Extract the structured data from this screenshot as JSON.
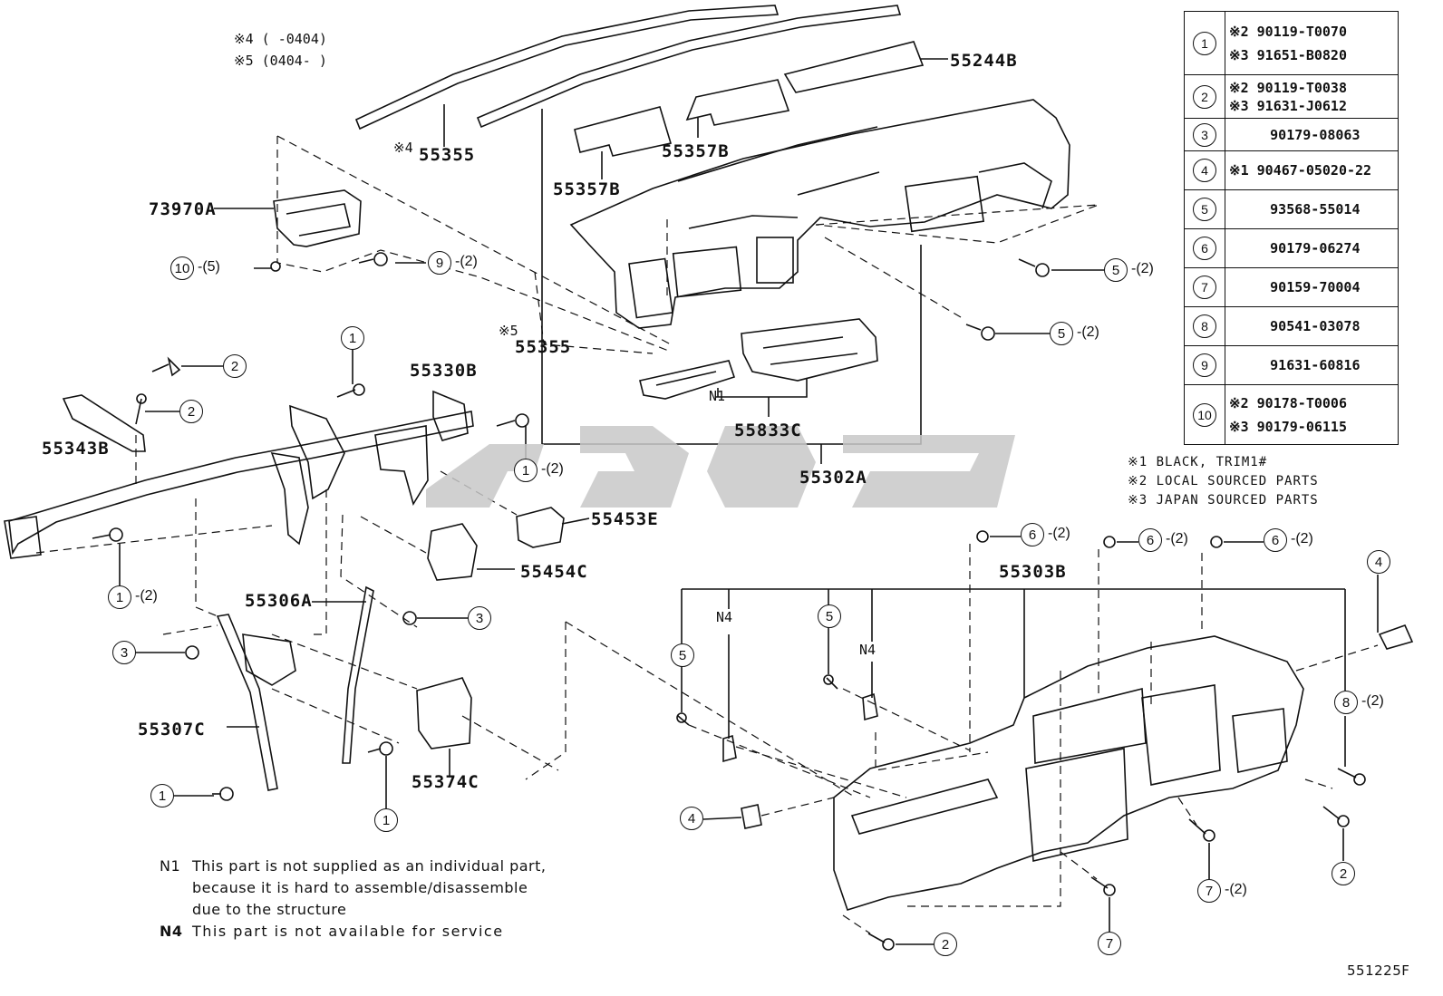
{
  "header_notes": [
    "※4 (      -0404)",
    "※5 (0404-      )"
  ],
  "part_labels": {
    "p55244B": "55244B",
    "p55355a": "55355",
    "p55355a_prefix": "※4",
    "p55357B_a": "55357B",
    "p55357B_b": "55357B",
    "p73970A": "73970A",
    "p55355b": "55355",
    "p55355b_prefix": "※5",
    "p55330B": "55330B",
    "p55343B": "55343B",
    "p55833C": "55833C",
    "p55302A": "55302A",
    "p55453E": "55453E",
    "p55454C": "55454C",
    "p55306A": "55306A",
    "p55307C": "55307C",
    "p55374C": "55374C",
    "p55303B": "55303B",
    "n1": "N1",
    "n4a": "N4",
    "n4b": "N4"
  },
  "callouts": {
    "c10": "10",
    "c10_qty": "-(5)",
    "c9": "9",
    "c9_qty": "-(2)",
    "c5a": "5",
    "c5a_qty": "-(2)",
    "c5b": "5",
    "c5b_qty": "-(2)",
    "c2a": "2",
    "c2b": "2",
    "c1a": "1",
    "c1b": "1",
    "c1b_qty": "-(2)",
    "c1c": "1",
    "c1c_qty": "-(2)",
    "c3a": "3",
    "c3b": "3",
    "c1d": "1",
    "c1e": "1",
    "c6a": "6",
    "c6a_qty": "-(2)",
    "c6b": "6",
    "c6b_qty": "-(2)",
    "c6c": "6",
    "c6c_qty": "-(2)",
    "c4a": "4",
    "c4b": "4",
    "c5c": "5",
    "c5d": "5",
    "c8": "8",
    "c8_qty": "-(2)",
    "c2c": "2",
    "c2d": "2",
    "c7a": "7",
    "c7a_qty": "-(2)",
    "c7b": "7"
  },
  "parts_table": [
    {
      "num": "1",
      "lines": [
        "※2  90119-T0070",
        "※3  91651-B0820"
      ]
    },
    {
      "num": "2",
      "lines": [
        "※2  90119-T0038",
        "※3  91631-J0612"
      ]
    },
    {
      "num": "3",
      "lines": [
        "     90179-08063"
      ]
    },
    {
      "num": "4",
      "lines": [
        "※1 90467-05020-22"
      ]
    },
    {
      "num": "5",
      "lines": [
        "     93568-55014"
      ]
    },
    {
      "num": "6",
      "lines": [
        "     90179-06274"
      ]
    },
    {
      "num": "7",
      "lines": [
        "     90159-70004"
      ]
    },
    {
      "num": "8",
      "lines": [
        "     90541-03078"
      ]
    },
    {
      "num": "9",
      "lines": [
        "     91631-60816"
      ]
    },
    {
      "num": "10",
      "lines": [
        "※2  90178-T0006",
        "※3  90179-06115"
      ]
    }
  ],
  "legend": [
    "※1 BLACK, TRIM1#",
    "※2 LOCAL SOURCED PARTS",
    "※3 JAPAN SOURCED PARTS"
  ],
  "footnotes": {
    "n1_key": "N1",
    "n1_text": [
      "This part is not supplied as an individual part,",
      "because it is hard to assemble/disassemble",
      "due to the structure"
    ],
    "n4_key": "N4",
    "n4_text": "This part is not available for service"
  },
  "figure_id": "551225F"
}
